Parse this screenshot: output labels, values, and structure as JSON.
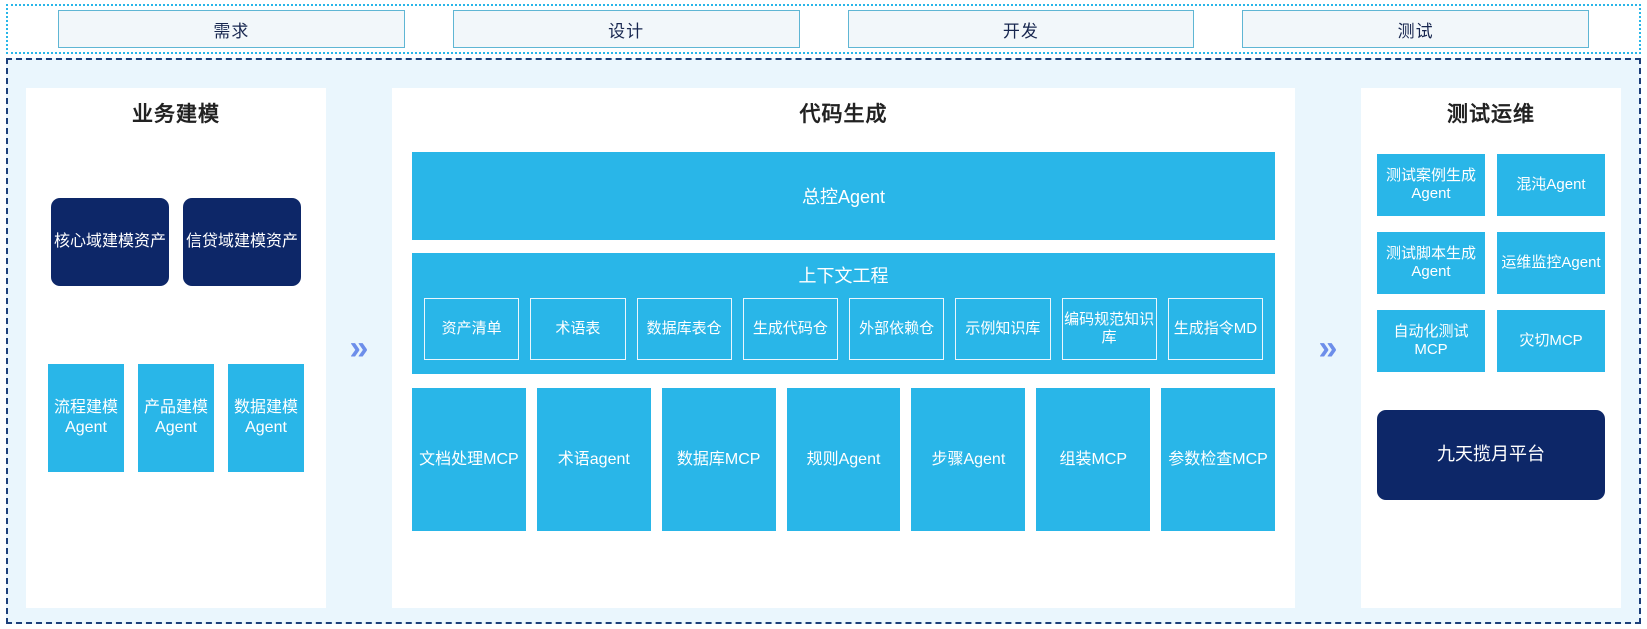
{
  "phases": [
    {
      "label": "需求"
    },
    {
      "label": "设计"
    },
    {
      "label": "开发"
    },
    {
      "label": "测试"
    }
  ],
  "arrows": {
    "glyph": "»",
    "color": "#6d8eea"
  },
  "colors": {
    "background": "#eaf6fd",
    "panel": "#ffffff",
    "cyan": "#29b6e8",
    "navy": "#0d2768",
    "phase_border": "#5fb6d4",
    "phase_fill": "#f2f7fa",
    "frame_dashed": "#1c3f7a",
    "frame_dotted": "#29b6e8"
  },
  "left_panel": {
    "title": "业务建模",
    "assets": [
      {
        "label": "核心域建模资产"
      },
      {
        "label": "信贷域建模资产"
      }
    ],
    "agents": [
      {
        "label": "流程建模Agent"
      },
      {
        "label": "产品建模Agent"
      },
      {
        "label": "数据建模Agent"
      }
    ]
  },
  "center_panel": {
    "title": "代码生成",
    "master_agent": "总控Agent",
    "context_title": "上下文工程",
    "context_items": [
      {
        "label": "资产清单"
      },
      {
        "label": "术语表"
      },
      {
        "label": "数据库表仓"
      },
      {
        "label": "生成代码仓"
      },
      {
        "label": "外部依赖仓"
      },
      {
        "label": "示例知识库"
      },
      {
        "label": "编码规范知识库"
      },
      {
        "label": "生成指令MD"
      }
    ],
    "tools": [
      {
        "label": "文档处理MCP"
      },
      {
        "label": "术语agent"
      },
      {
        "label": "数据库MCP"
      },
      {
        "label": "规则Agent"
      },
      {
        "label": "步骤Agent"
      },
      {
        "label": "组装MCP"
      },
      {
        "label": "参数检查MCP"
      }
    ]
  },
  "right_panel": {
    "title": "测试运维",
    "rows": [
      [
        {
          "label": "测试案例生成Agent"
        },
        {
          "label": "混沌Agent"
        }
      ],
      [
        {
          "label": "测试脚本生成Agent"
        },
        {
          "label": "运维监控Agent"
        }
      ],
      [
        {
          "label": "自动化测试MCP"
        },
        {
          "label": "灾切MCP"
        }
      ]
    ],
    "platform": "九天揽月平台"
  }
}
